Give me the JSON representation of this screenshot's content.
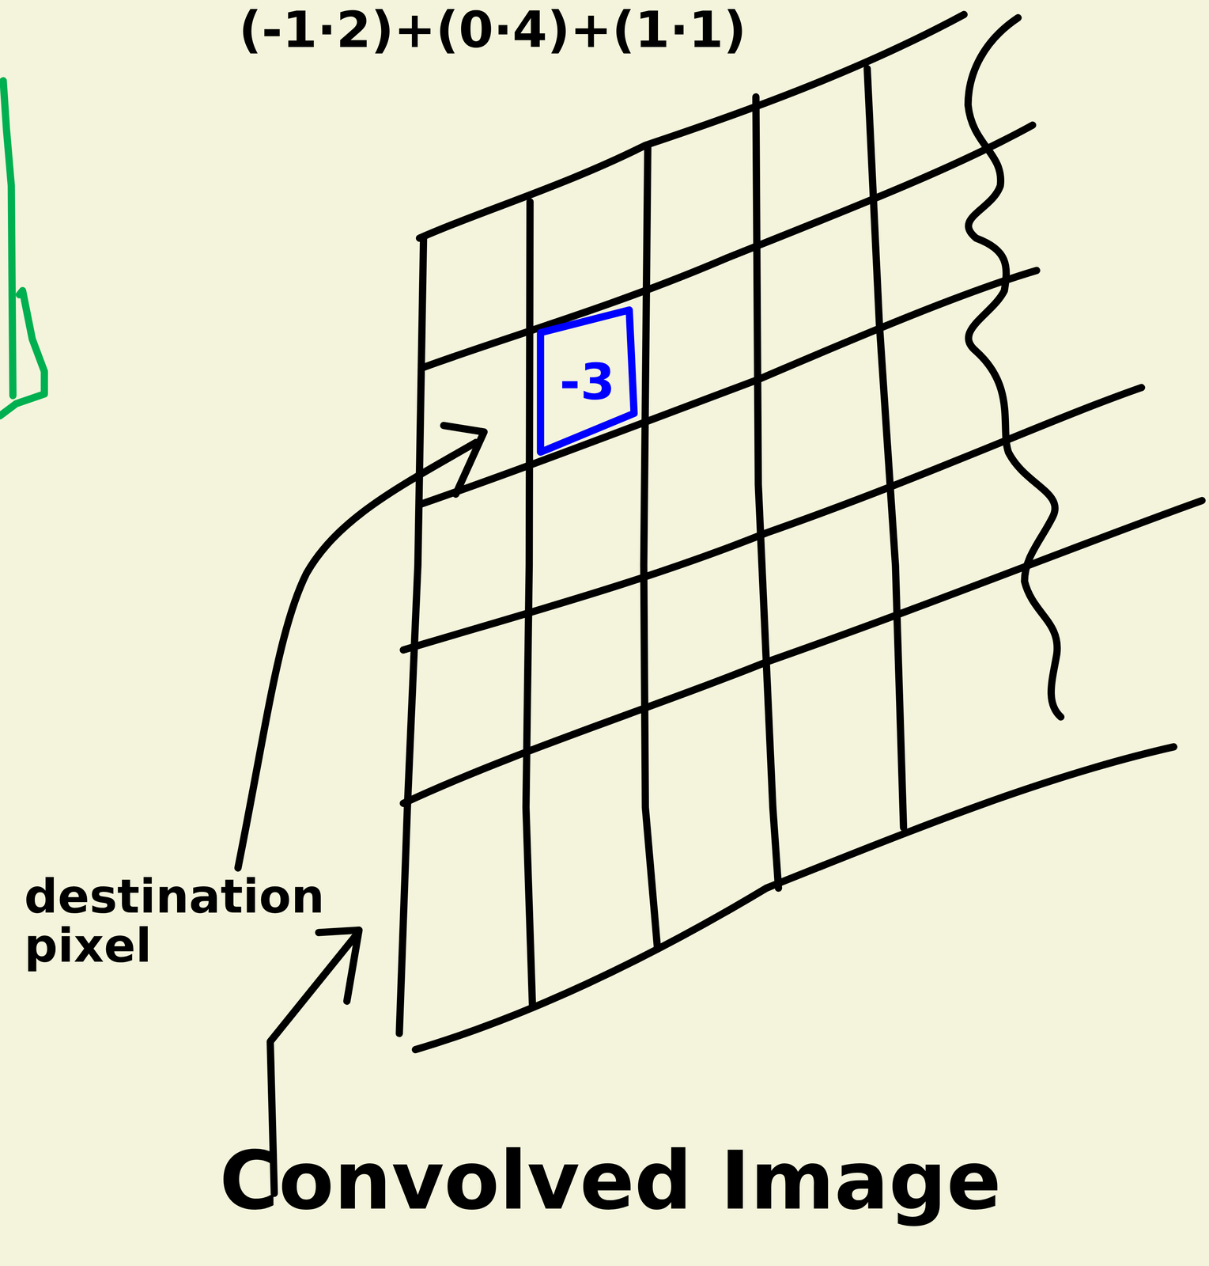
{
  "diagram": {
    "nodes": [
      {
        "text": [
          "-3"
        ]
      }
    ],
    "labels": [
      "(-1·2)+(0·4)+(1·1)",
      "destination pixel",
      "Convolved Image"
    ]
  }
}
